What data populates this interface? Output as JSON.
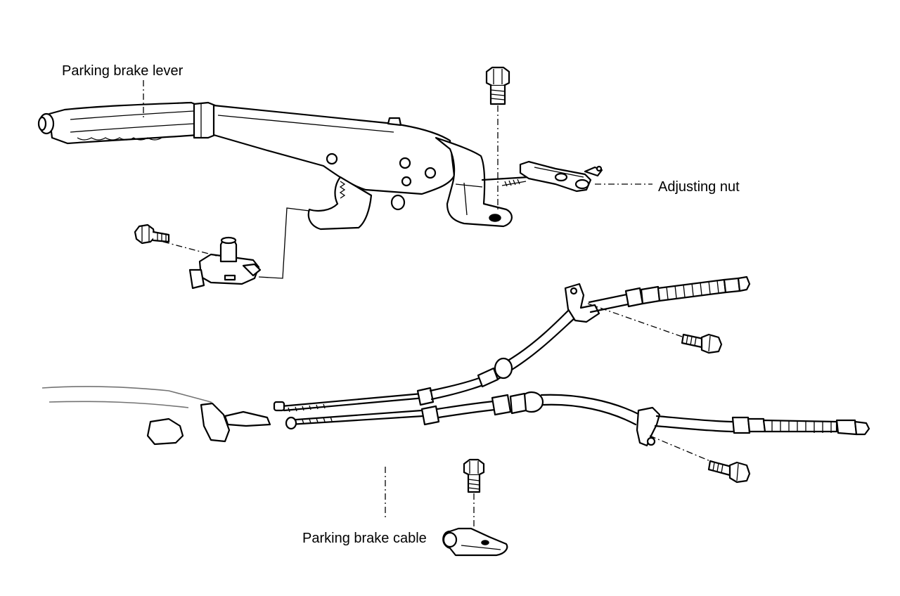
{
  "labels": {
    "lever": "Parking brake lever",
    "nut": "Adjusting nut",
    "cable": "Parking brake cable"
  }
}
